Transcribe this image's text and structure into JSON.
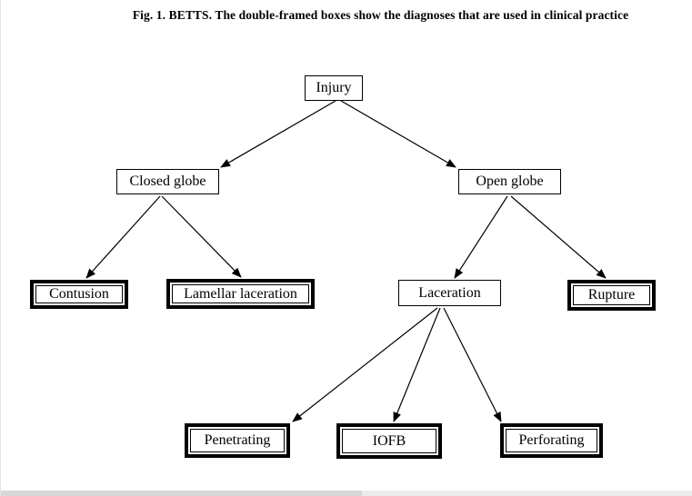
{
  "figure": {
    "caption": "Fig. 1. BETTS. The double-framed boxes show the diagnoses that are used in clinical practice"
  },
  "diagram": {
    "nodes": [
      {
        "id": "injury",
        "label": "Injury",
        "double_framed": false
      },
      {
        "id": "closed-globe",
        "label": "Closed globe",
        "double_framed": false
      },
      {
        "id": "open-globe",
        "label": "Open globe",
        "double_framed": false
      },
      {
        "id": "contusion",
        "label": "Contusion",
        "double_framed": true
      },
      {
        "id": "lamellar-laceration",
        "label": "Lamellar laceration",
        "double_framed": true
      },
      {
        "id": "laceration",
        "label": "Laceration",
        "double_framed": false
      },
      {
        "id": "rupture",
        "label": "Rupture",
        "double_framed": true
      },
      {
        "id": "penetrating",
        "label": "Penetrating",
        "double_framed": true
      },
      {
        "id": "iofb",
        "label": "IOFB",
        "double_framed": true
      },
      {
        "id": "perforating",
        "label": "Perforating",
        "double_framed": true
      }
    ],
    "edges": [
      {
        "from": "Injury",
        "to": "Closed globe"
      },
      {
        "from": "Injury",
        "to": "Open globe"
      },
      {
        "from": "Closed globe",
        "to": "Contusion"
      },
      {
        "from": "Closed globe",
        "to": "Lamellar laceration"
      },
      {
        "from": "Open globe",
        "to": "Laceration"
      },
      {
        "from": "Open globe",
        "to": "Rupture"
      },
      {
        "from": "Laceration",
        "to": "Penetrating"
      },
      {
        "from": "Laceration",
        "to": "IOFB"
      },
      {
        "from": "Laceration",
        "to": "Perforating"
      }
    ]
  },
  "colors": {
    "background": "#ffffff",
    "line": "#000000",
    "scrollbar_thumb": "#d8d8d8",
    "scrollbar_track": "#ececec"
  }
}
